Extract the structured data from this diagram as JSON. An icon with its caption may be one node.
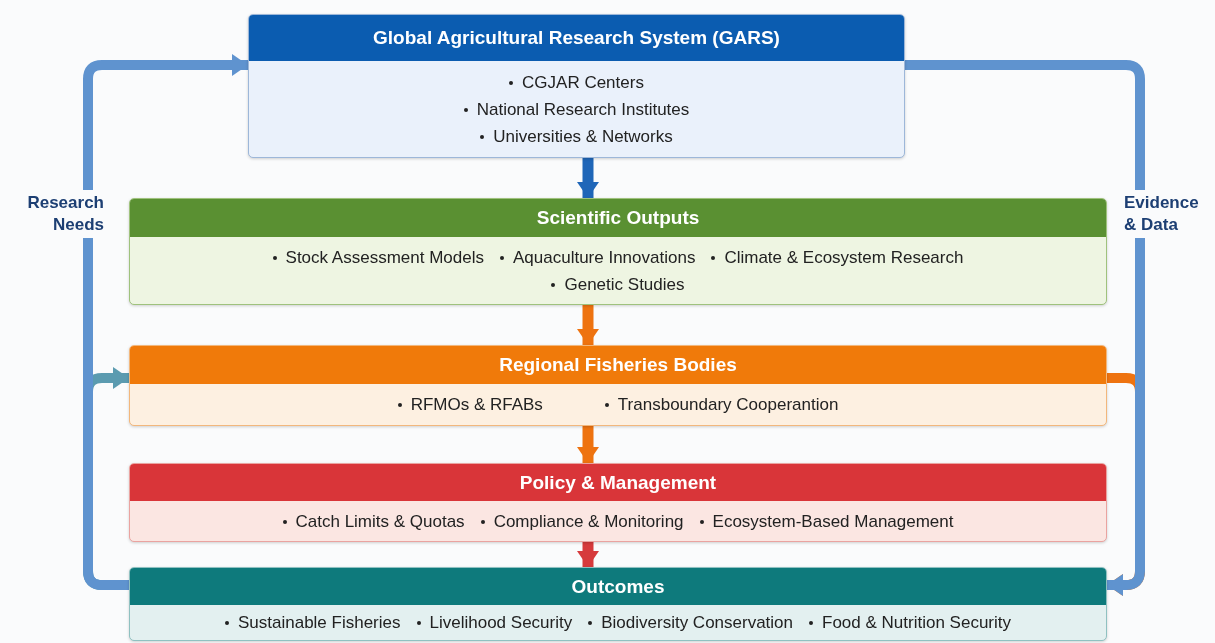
{
  "diagram": {
    "nodes": [
      {
        "text": [
          "Global Agricultural Research System (GARS)",
          "CGJAR Centers",
          "National Research Institutes",
          "Universities & Networks"
        ]
      },
      {
        "text": [
          "Scientific Outputs",
          "Stock Assessment Models",
          "Aquaculture Innovations",
          "Climate & Ecosystem Research",
          "Genetic Studies"
        ]
      },
      {
        "text": [
          "Regional Fisheries Bodies",
          "RFMOs & RFABs",
          "Transboundary Cooperantion"
        ]
      },
      {
        "text": [
          "Policy & Management",
          "Catch Limits & Quotas",
          "Compliance & Monitoring",
          "Ecosystem-Based Management"
        ]
      },
      {
        "text": [
          "Outcomes",
          "Sustainable Fisheries",
          "Livelihood Security",
          "Biodiversity Conservation",
          "Food & Nutrition Security"
        ]
      }
    ],
    "edges": [
      {
        "from": 0,
        "to": 1,
        "arrow": "to",
        "color": "#1f66b8"
      },
      {
        "from": 1,
        "to": 2,
        "arrow": "to",
        "color": "#ee7310"
      },
      {
        "from": 2,
        "to": 3,
        "arrow": "to",
        "color": "#ee7310"
      },
      {
        "from": 3,
        "to": 4,
        "arrow": "to",
        "color": "#d63a3c"
      },
      {
        "from": 4,
        "to": 0,
        "arrow": "to",
        "label": "Research Needs",
        "color": "#5f93cf"
      },
      {
        "from": 4,
        "to": 2,
        "arrow": "to",
        "color": "#5b9bb0"
      },
      {
        "from": 0,
        "to": 4,
        "arrow": "to",
        "label": "Evidence & Data",
        "color": "#5f93cf"
      },
      {
        "from": 2,
        "to": 4,
        "arrow": "to",
        "color": "#ee7310"
      }
    ]
  }
}
